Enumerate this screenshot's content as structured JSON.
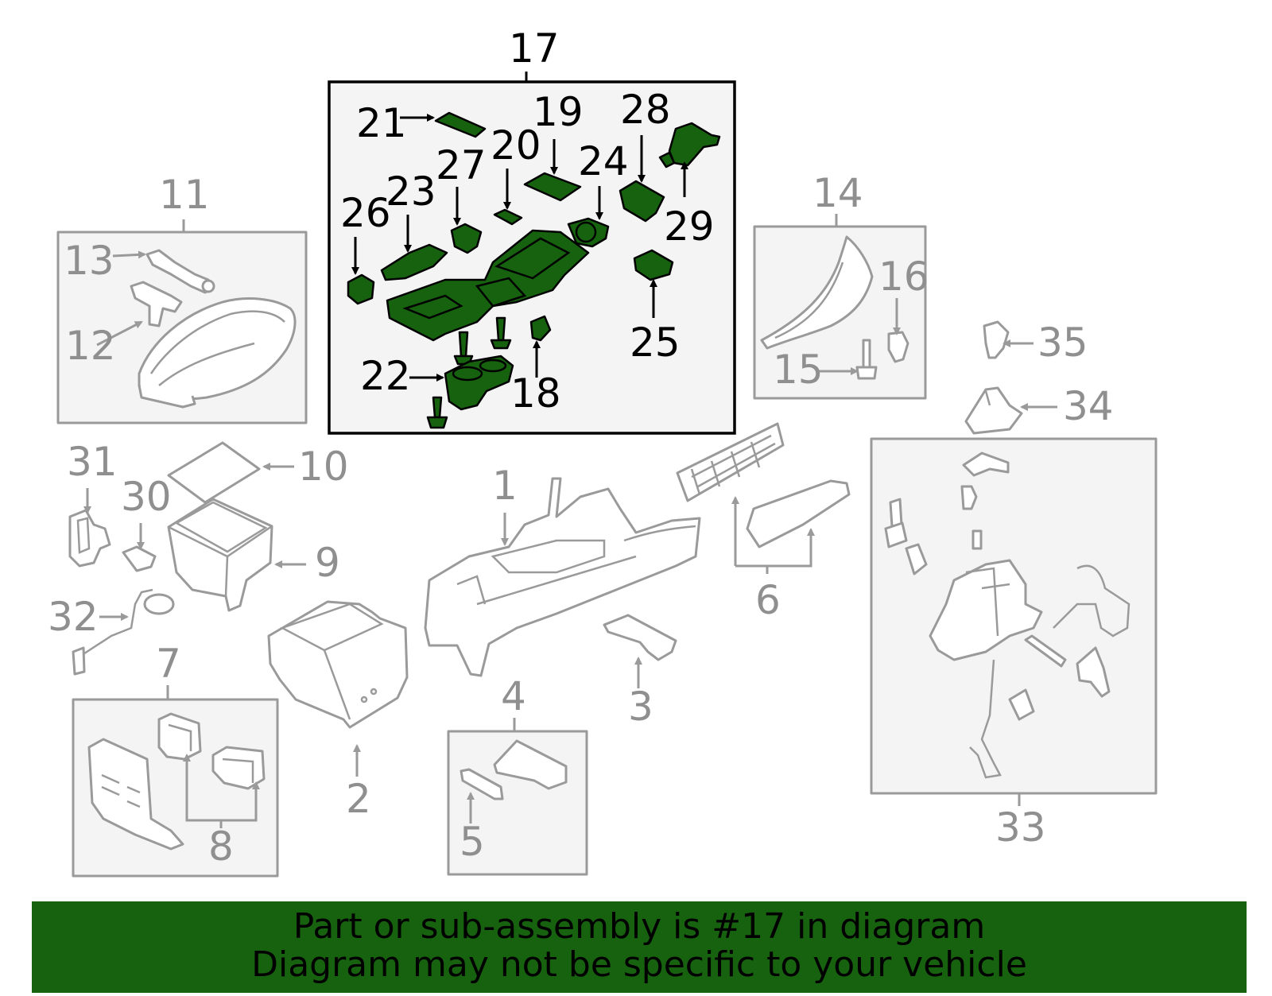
{
  "callouts": {
    "n1": "1",
    "n2": "2",
    "n3": "3",
    "n4": "4",
    "n5": "5",
    "n6": "6",
    "n7": "7",
    "n8": "8",
    "n9": "9",
    "n10": "10",
    "n11": "11",
    "n12": "12",
    "n13": "13",
    "n14": "14",
    "n15": "15",
    "n16": "16",
    "n17": "17",
    "n18": "18",
    "n19": "19",
    "n20": "20",
    "n21": "21",
    "n22": "22",
    "n23": "23",
    "n24": "24",
    "n25": "25",
    "n26": "26",
    "n27": "27",
    "n28": "28",
    "n29": "29",
    "n30": "30",
    "n31": "31",
    "n32": "32",
    "n33": "33",
    "n34": "34",
    "n35": "35"
  },
  "footer": {
    "line1": "Part or sub-assembly is #17 in diagram",
    "line2": "Diagram may not be specific to your vehicle"
  },
  "colors": {
    "highlight": "#17620f",
    "outline": "#9a9a9a",
    "callout_grey": "#8f8f8f",
    "callout_black": "#000000",
    "panel_fill": "#f4f4f4"
  }
}
